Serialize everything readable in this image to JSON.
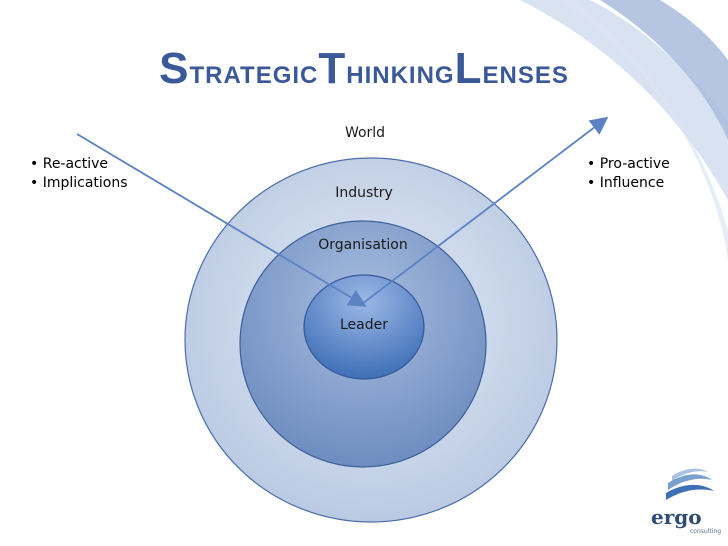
{
  "title": {
    "word1_initial": "S",
    "word1_rest": "trategic",
    "word2_initial": "T",
    "word2_rest": "hinking",
    "word3_initial": "L",
    "word3_rest": "enses"
  },
  "left_bullets": [
    "Re-active",
    "Implications"
  ],
  "right_bullets": [
    "Pro-active",
    "Influence"
  ],
  "rings": {
    "world": "World",
    "industry": "Industry",
    "organisation": "Organisation",
    "leader": "Leader"
  },
  "logo": {
    "name": "ergo",
    "tagline": "consulting"
  },
  "colors": {
    "title": "#3b5998",
    "industry_fill": "#c9d6ea",
    "organisation_fill": "#7f9ccb",
    "leader_fill": "#4d7cc0",
    "arrow": "#5b82c2"
  }
}
